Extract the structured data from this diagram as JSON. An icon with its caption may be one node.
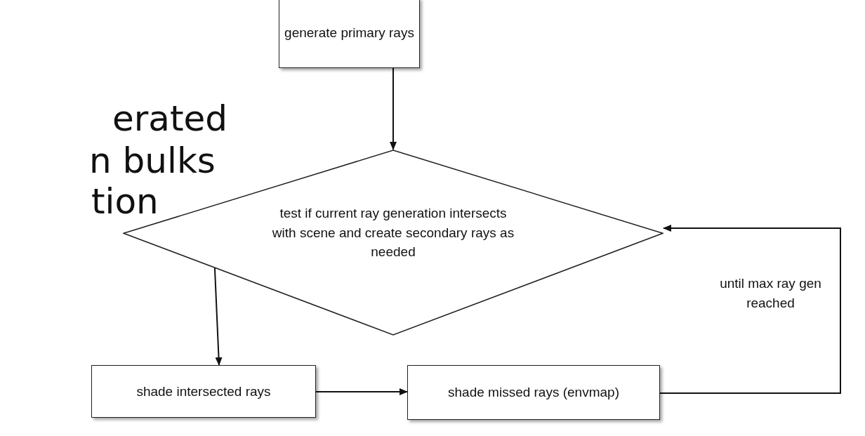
{
  "diagram": {
    "nodes": [
      {
        "text": [
          "generate primary rays"
        ]
      },
      {
        "text": [
          "test if current ray generation intersects with scene and create secondary rays as needed"
        ]
      },
      {
        "text": [
          "shade intersected rays"
        ]
      },
      {
        "text": [
          "shade missed rays (envmap)"
        ]
      }
    ],
    "edges": [
      {
        "from": 0,
        "to": 1,
        "arrow": "to"
      },
      {
        "from": 1,
        "to": 2,
        "arrow": "to"
      },
      {
        "from": 2,
        "to": 3,
        "arrow": "to"
      },
      {
        "from": 3,
        "to": 1,
        "arrow": "to",
        "label": "until max ray gen reached"
      }
    ],
    "labels": [
      "erated",
      "n bulks",
      "tion"
    ]
  }
}
